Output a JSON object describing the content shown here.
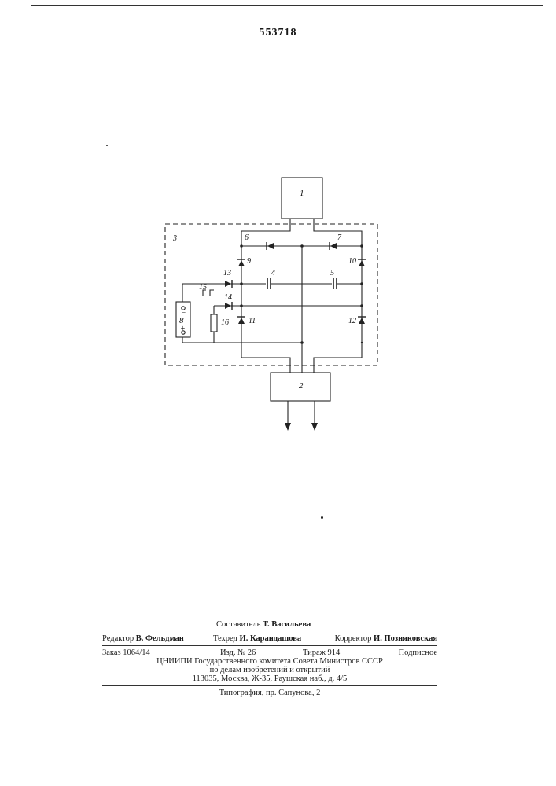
{
  "patent_number": "553718",
  "diagram": {
    "labels": [
      "1",
      "2",
      "3",
      "4",
      "5",
      "6",
      "7",
      "8",
      "9",
      "10",
      "11",
      "12",
      "13",
      "14",
      "15",
      "16"
    ],
    "battery_minus": "−",
    "battery_plus": "+"
  },
  "credits": {
    "compiler_role": "Составитель",
    "compiler_name": "Т. Васильева",
    "editor_role": "Редактор",
    "editor_name": "В. Фельдман",
    "techred_role": "Техред",
    "techred_name": "И. Карандашова",
    "corrector_role": "Корректор",
    "corrector_name": "И. Позняковская"
  },
  "publication": {
    "order": "Заказ 1064/14",
    "edition": "Изд. № 26",
    "print_run": "Тираж 914",
    "subscription": "Подписное",
    "org_line1": "ЦНИИПИ Государственного комитета Совета Министров СССР",
    "org_line2": "по делам изобретений и открытий",
    "address": "113035, Москва, Ж-35, Раушская наб., д. 4/5",
    "printer": "Типография, пр. Сапунова, 2"
  }
}
